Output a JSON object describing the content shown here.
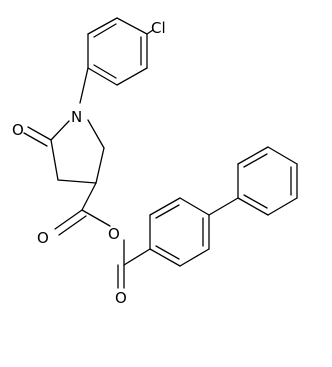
{
  "molecule": {
    "atoms": {
      "cl": "Cl",
      "n": "N",
      "o_lactam": "O",
      "o_ester_carbonyl": "O",
      "o_ester": "O",
      "o_ketone": "O"
    }
  },
  "colors": {
    "bond": "#000000",
    "label": "#000000",
    "background": "#ffffff"
  }
}
